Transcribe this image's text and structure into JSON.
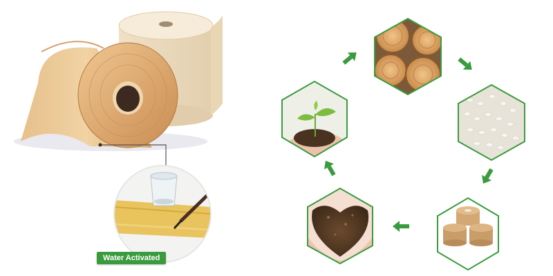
{
  "product": {
    "badge_label": "Water Activated"
  },
  "lifecycle": {
    "stages": [
      {
        "name": "wood-logs"
      },
      {
        "name": "pulp-pellets"
      },
      {
        "name": "kraft-tape-rolls"
      },
      {
        "name": "soil-in-hands"
      },
      {
        "name": "seedling"
      }
    ],
    "accent_color": "#3a9b3e"
  }
}
